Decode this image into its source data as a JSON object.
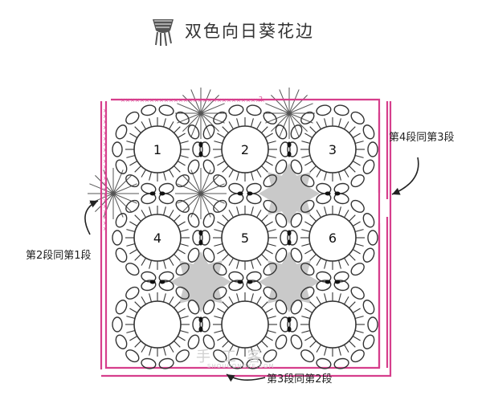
{
  "title": "双色向日葵花边",
  "logo_icon": "yarn-ball-icon",
  "callouts": {
    "left": "第2段同第1段",
    "right": "第4段同第3段",
    "bottom": "第3段同第2段"
  },
  "motif_numbers": [
    "1",
    "2",
    "3",
    "4",
    "5",
    "6"
  ],
  "corner_marker": "2",
  "watermark": {
    "text": "手 工 客",
    "url": "SHOUGONGKE.COM"
  },
  "colors": {
    "border": "#d63e8c",
    "stitch": "#333333",
    "filler": "#c9c9c9",
    "arrow": "#222222"
  }
}
